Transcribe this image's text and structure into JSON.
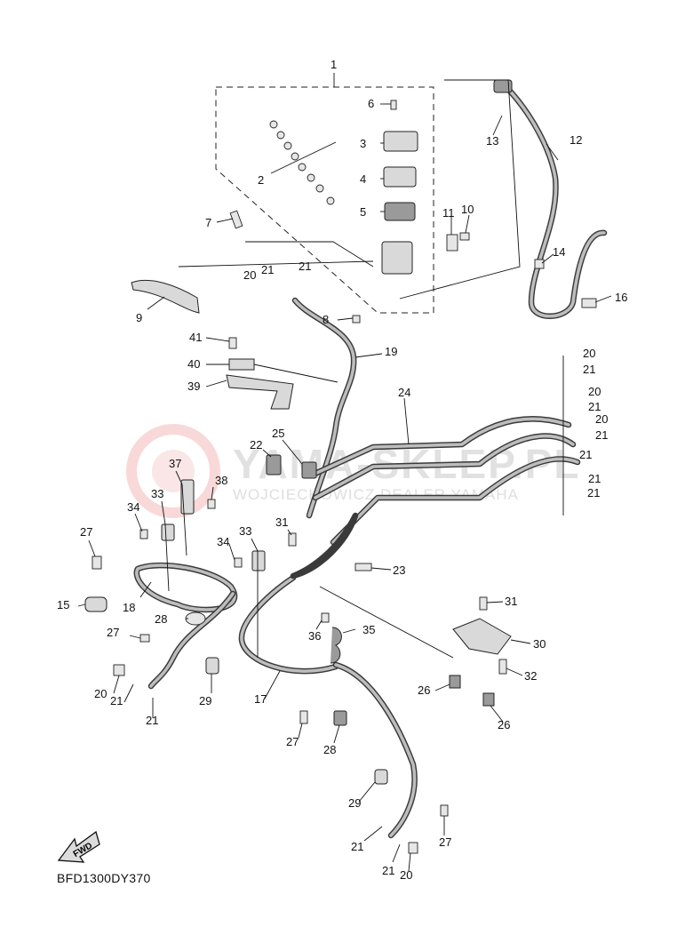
{
  "diagram": {
    "code": "BFD1300DY370",
    "fwd_label": "FWD",
    "watermark": {
      "brand": "YAMA-SKLEP.PL",
      "sub": "WOJCIECHOWICZ DEALER YAMAHA"
    },
    "callouts": [
      {
        "id": "c1",
        "label": "1"
      },
      {
        "id": "c2",
        "label": "2"
      },
      {
        "id": "c3",
        "label": "3"
      },
      {
        "id": "c4",
        "label": "4"
      },
      {
        "id": "c5",
        "label": "5"
      },
      {
        "id": "c6",
        "label": "6"
      },
      {
        "id": "c7",
        "label": "7"
      },
      {
        "id": "c8",
        "label": "8"
      },
      {
        "id": "c9",
        "label": "9"
      },
      {
        "id": "c10",
        "label": "10"
      },
      {
        "id": "c11",
        "label": "11"
      },
      {
        "id": "c12",
        "label": "12"
      },
      {
        "id": "c13",
        "label": "13"
      },
      {
        "id": "c14",
        "label": "14"
      },
      {
        "id": "c15",
        "label": "15"
      },
      {
        "id": "c16",
        "label": "16"
      },
      {
        "id": "c17",
        "label": "17"
      },
      {
        "id": "c18",
        "label": "18"
      },
      {
        "id": "c19",
        "label": "19"
      },
      {
        "id": "c20a",
        "label": "20"
      },
      {
        "id": "c21a",
        "label": "21"
      },
      {
        "id": "c21b",
        "label": "21"
      },
      {
        "id": "c20b",
        "label": "20"
      },
      {
        "id": "c21c",
        "label": "21"
      },
      {
        "id": "c20c",
        "label": "20"
      },
      {
        "id": "c21d",
        "label": "21"
      },
      {
        "id": "c20d",
        "label": "20"
      },
      {
        "id": "c21e",
        "label": "21"
      },
      {
        "id": "c21f",
        "label": "21"
      },
      {
        "id": "c21g",
        "label": "21"
      },
      {
        "id": "c21h",
        "label": "21"
      },
      {
        "id": "c22",
        "label": "22"
      },
      {
        "id": "c23",
        "label": "23"
      },
      {
        "id": "c24",
        "label": "24"
      },
      {
        "id": "c25",
        "label": "25"
      },
      {
        "id": "c26a",
        "label": "26"
      },
      {
        "id": "c26b",
        "label": "26"
      },
      {
        "id": "c27a",
        "label": "27"
      },
      {
        "id": "c27b",
        "label": "27"
      },
      {
        "id": "c27c",
        "label": "27"
      },
      {
        "id": "c27d",
        "label": "27"
      },
      {
        "id": "c28a",
        "label": "28"
      },
      {
        "id": "c28b",
        "label": "28"
      },
      {
        "id": "c29a",
        "label": "29"
      },
      {
        "id": "c29b",
        "label": "29"
      },
      {
        "id": "c30",
        "label": "30"
      },
      {
        "id": "c31a",
        "label": "31"
      },
      {
        "id": "c31b",
        "label": "31"
      },
      {
        "id": "c32",
        "label": "32"
      },
      {
        "id": "c33a",
        "label": "33"
      },
      {
        "id": "c33b",
        "label": "33"
      },
      {
        "id": "c34a",
        "label": "34"
      },
      {
        "id": "c34b",
        "label": "34"
      },
      {
        "id": "c35",
        "label": "35"
      },
      {
        "id": "c36",
        "label": "36"
      },
      {
        "id": "c37",
        "label": "37"
      },
      {
        "id": "c38",
        "label": "38"
      },
      {
        "id": "c39",
        "label": "39"
      },
      {
        "id": "c40",
        "label": "40"
      },
      {
        "id": "c41",
        "label": "41"
      },
      {
        "id": "c20e",
        "label": "20"
      },
      {
        "id": "c21i",
        "label": "21"
      },
      {
        "id": "c21j",
        "label": "21"
      },
      {
        "id": "c21k",
        "label": "21"
      },
      {
        "id": "c21l",
        "label": "21"
      },
      {
        "id": "c20f",
        "label": "20"
      }
    ]
  }
}
